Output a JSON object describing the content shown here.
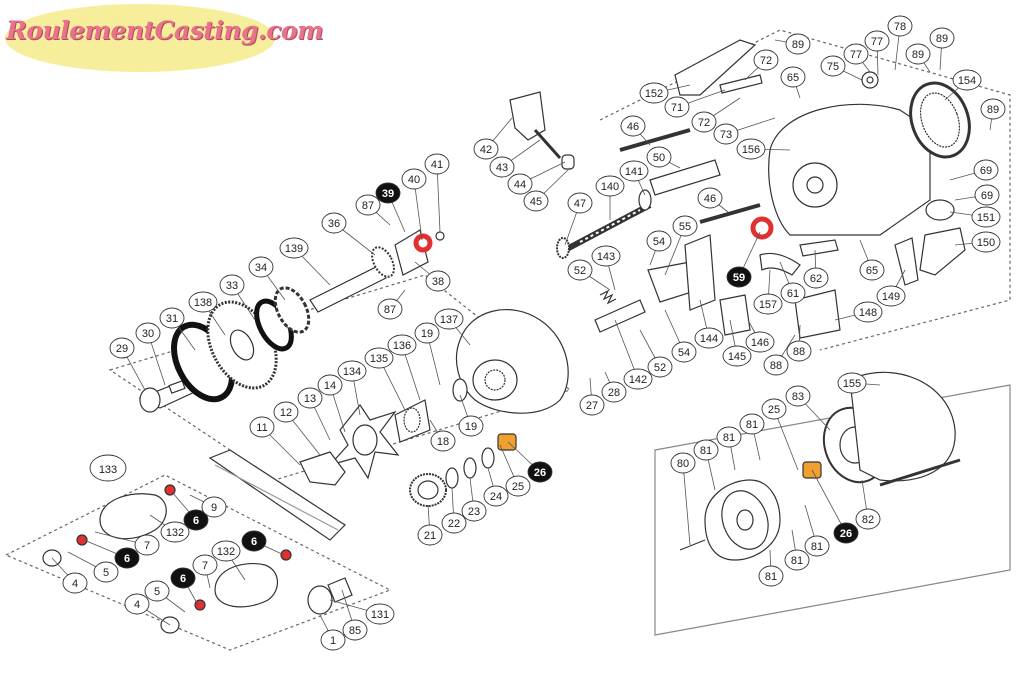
{
  "logo": {
    "text": "RoulementCasting.com",
    "bg_color": "#f6ee9a",
    "text_color": "#e8738a"
  },
  "colors": {
    "line": "#333333",
    "bearing_red": "#e03030",
    "bearing_orange": "#f0a030",
    "callout_black": "#111111"
  },
  "labels": [
    {
      "id": "1",
      "text": "1"
    },
    {
      "id": "4a",
      "text": "4"
    },
    {
      "id": "4b",
      "text": "4"
    },
    {
      "id": "5a",
      "text": "5"
    },
    {
      "id": "5b",
      "text": "5"
    },
    {
      "id": "6a",
      "text": "6",
      "style": "black"
    },
    {
      "id": "6b",
      "text": "6",
      "style": "black"
    },
    {
      "id": "6c",
      "text": "6",
      "style": "black"
    },
    {
      "id": "6d",
      "text": "6",
      "style": "black"
    },
    {
      "id": "7a",
      "text": "7"
    },
    {
      "id": "7b",
      "text": "7"
    },
    {
      "id": "9",
      "text": "9"
    },
    {
      "id": "11",
      "text": "11"
    },
    {
      "id": "12",
      "text": "12"
    },
    {
      "id": "13",
      "text": "13"
    },
    {
      "id": "14",
      "text": "14"
    },
    {
      "id": "18",
      "text": "18"
    },
    {
      "id": "19a",
      "text": "19"
    },
    {
      "id": "19b",
      "text": "19"
    },
    {
      "id": "21",
      "text": "21"
    },
    {
      "id": "22",
      "text": "22"
    },
    {
      "id": "23",
      "text": "23"
    },
    {
      "id": "24",
      "text": "24"
    },
    {
      "id": "25a",
      "text": "25"
    },
    {
      "id": "25b",
      "text": "25"
    },
    {
      "id": "26a",
      "text": "26",
      "style": "black"
    },
    {
      "id": "26b",
      "text": "26",
      "style": "black"
    },
    {
      "id": "27",
      "text": "27"
    },
    {
      "id": "28",
      "text": "28"
    },
    {
      "id": "29",
      "text": "29"
    },
    {
      "id": "30",
      "text": "30"
    },
    {
      "id": "31",
      "text": "31"
    },
    {
      "id": "33",
      "text": "33"
    },
    {
      "id": "34",
      "text": "34"
    },
    {
      "id": "36",
      "text": "36"
    },
    {
      "id": "38",
      "text": "38"
    },
    {
      "id": "39",
      "text": "39",
      "style": "black"
    },
    {
      "id": "40",
      "text": "40"
    },
    {
      "id": "41",
      "text": "41"
    },
    {
      "id": "42",
      "text": "42"
    },
    {
      "id": "43",
      "text": "43"
    },
    {
      "id": "44",
      "text": "44"
    },
    {
      "id": "45",
      "text": "45"
    },
    {
      "id": "46a",
      "text": "46"
    },
    {
      "id": "46b",
      "text": "46"
    },
    {
      "id": "47",
      "text": "47"
    },
    {
      "id": "50",
      "text": "50"
    },
    {
      "id": "52a",
      "text": "52"
    },
    {
      "id": "52b",
      "text": "52"
    },
    {
      "id": "54a",
      "text": "54"
    },
    {
      "id": "54b",
      "text": "54"
    },
    {
      "id": "55",
      "text": "55"
    },
    {
      "id": "59",
      "text": "59",
      "style": "black"
    },
    {
      "id": "61",
      "text": "61"
    },
    {
      "id": "62",
      "text": "62"
    },
    {
      "id": "65a",
      "text": "65"
    },
    {
      "id": "65b",
      "text": "65"
    },
    {
      "id": "69a",
      "text": "69"
    },
    {
      "id": "69b",
      "text": "69"
    },
    {
      "id": "71",
      "text": "71"
    },
    {
      "id": "72a",
      "text": "72"
    },
    {
      "id": "72b",
      "text": "72"
    },
    {
      "id": "73",
      "text": "73"
    },
    {
      "id": "75",
      "text": "75"
    },
    {
      "id": "77a",
      "text": "77"
    },
    {
      "id": "77b",
      "text": "77"
    },
    {
      "id": "78",
      "text": "78"
    },
    {
      "id": "80",
      "text": "80"
    },
    {
      "id": "81a",
      "text": "81"
    },
    {
      "id": "81b",
      "text": "81"
    },
    {
      "id": "81c",
      "text": "81"
    },
    {
      "id": "81d",
      "text": "81"
    },
    {
      "id": "81e",
      "text": "81"
    },
    {
      "id": "81f",
      "text": "81"
    },
    {
      "id": "82",
      "text": "82"
    },
    {
      "id": "83",
      "text": "83"
    },
    {
      "id": "85",
      "text": "85"
    },
    {
      "id": "87a",
      "text": "87"
    },
    {
      "id": "87b",
      "text": "87"
    },
    {
      "id": "88a",
      "text": "88"
    },
    {
      "id": "88b",
      "text": "88"
    },
    {
      "id": "89a",
      "text": "89"
    },
    {
      "id": "89b",
      "text": "89"
    },
    {
      "id": "89c",
      "text": "89"
    },
    {
      "id": "89d",
      "text": "89"
    },
    {
      "id": "131",
      "text": "131"
    },
    {
      "id": "132a",
      "text": "132"
    },
    {
      "id": "132b",
      "text": "132"
    },
    {
      "id": "133",
      "text": "133",
      "style": "large"
    },
    {
      "id": "134",
      "text": "134"
    },
    {
      "id": "135",
      "text": "135"
    },
    {
      "id": "136",
      "text": "136"
    },
    {
      "id": "137",
      "text": "137"
    },
    {
      "id": "138",
      "text": "138"
    },
    {
      "id": "139",
      "text": "139"
    },
    {
      "id": "140",
      "text": "140"
    },
    {
      "id": "141",
      "text": "141"
    },
    {
      "id": "142",
      "text": "142"
    },
    {
      "id": "143",
      "text": "143"
    },
    {
      "id": "144",
      "text": "144"
    },
    {
      "id": "145",
      "text": "145"
    },
    {
      "id": "146",
      "text": "146"
    },
    {
      "id": "148",
      "text": "148"
    },
    {
      "id": "149",
      "text": "149"
    },
    {
      "id": "150",
      "text": "150"
    },
    {
      "id": "151",
      "text": "151"
    },
    {
      "id": "152",
      "text": "152"
    },
    {
      "id": "154",
      "text": "154"
    },
    {
      "id": "155",
      "text": "155"
    },
    {
      "id": "156",
      "text": "156"
    },
    {
      "id": "157",
      "text": "157"
    }
  ]
}
